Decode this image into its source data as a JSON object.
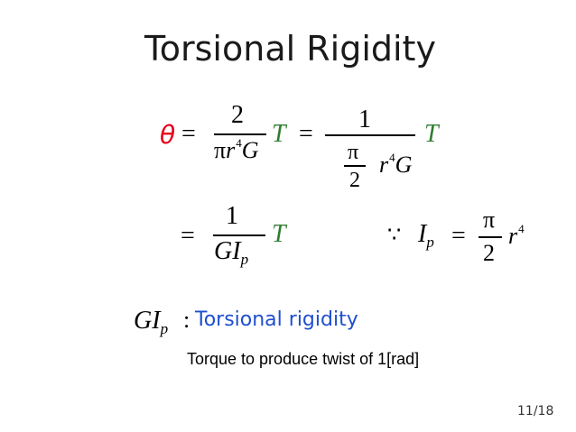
{
  "slide": {
    "title": "Torsional Rigidity",
    "page": "11/18"
  },
  "eq1": {
    "lhs": "θ",
    "eq": "=",
    "frac1_num": "2",
    "frac1_den_pi": "π",
    "frac1_den_r": "r",
    "frac1_den_exp": "4",
    "frac1_den_g": "G",
    "t1": "T",
    "eq2": "=",
    "frac2_num": "1",
    "frac2_den_pi": "π",
    "frac2_den_two": "2",
    "frac2_den_r": "r",
    "frac2_den_exp": "4",
    "frac2_den_g": "G",
    "t2": "T"
  },
  "eq2": {
    "eq": "=",
    "num": "1",
    "den_g": "G",
    "den_i": "I",
    "den_p": "p",
    "t": "T"
  },
  "eq3": {
    "because": "∵",
    "i": "I",
    "p": "p",
    "eq": "=",
    "num": "π",
    "den": "2",
    "r": "r",
    "exp": "4"
  },
  "definition": {
    "g": "G",
    "i": "I",
    "p": "p",
    "colon": ":",
    "label": "Torsional rigidity",
    "note": "Torque to produce twist of 1[rad]"
  }
}
